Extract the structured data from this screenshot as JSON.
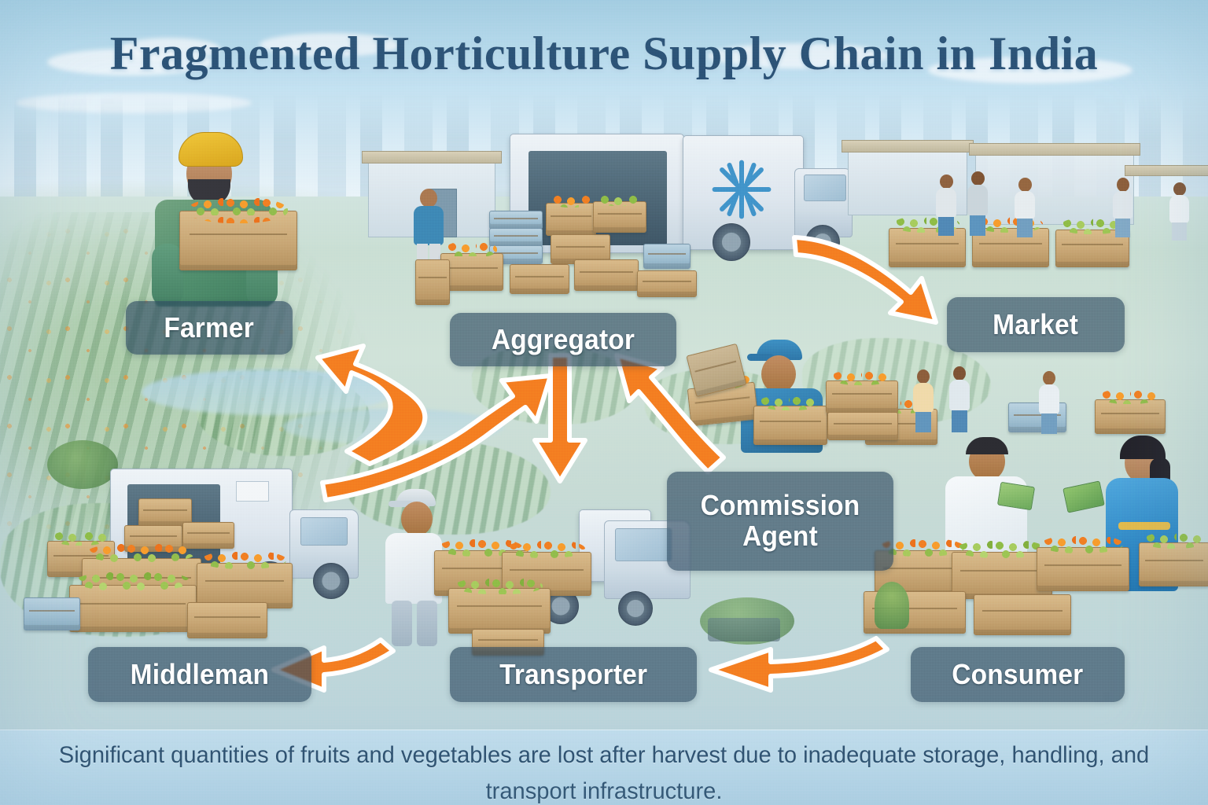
{
  "poster": {
    "title": "Fragmented Horticulture Supply Chain in India",
    "caption": "Significant quantities of fruits and vegetables are lost after harvest due to inadequate storage, handling, and transport infrastructure.",
    "colors": {
      "title_text": "#2a5073",
      "caption_text": "#2c4f6d",
      "label_background": "rgba(44,72,94,0.66)",
      "label_text": "#ffffff",
      "arrow_fill": "#f47b20",
      "arrow_outline": "#ffffff",
      "sky": "#bfdff0",
      "caption_band": "#b8d8ea"
    }
  },
  "nodes": [
    {
      "id": "farmer",
      "label": "Farmer"
    },
    {
      "id": "aggregator",
      "label": "Aggregator"
    },
    {
      "id": "market",
      "label": "Market"
    },
    {
      "id": "commission-agent",
      "label": "Commission\nAgent"
    },
    {
      "id": "middleman",
      "label": "Middleman"
    },
    {
      "id": "transporter",
      "label": "Transporter"
    },
    {
      "id": "consumer",
      "label": "Consumer"
    }
  ],
  "flow": [
    {
      "from": "middleman",
      "to": "farmer",
      "direction": "up-left"
    },
    {
      "from": "transporter",
      "to": "aggregator",
      "direction": "up-right"
    },
    {
      "from": "aggregator",
      "to": "transporter",
      "direction": "down"
    },
    {
      "from": "commission-agent",
      "to": "aggregator",
      "direction": "up-left"
    },
    {
      "from": "commission-agent",
      "to": "market",
      "direction": "right-down"
    },
    {
      "from": "consumer",
      "to": "transporter",
      "direction": "left"
    },
    {
      "from": "transporter",
      "to": "middleman",
      "direction": "left"
    }
  ],
  "scenes": [
    {
      "id": "farmer-scene",
      "description": "Farmer in yellow turban and green shirt carrying a wooden crate of produce in a field"
    },
    {
      "id": "aggregator-scene",
      "description": "Refrigerated truck with snowflake logo being loaded with stacked wooden and plastic crates at a packhouse"
    },
    {
      "id": "market-scene",
      "description": "Open wholesale market with stalls, crates of vegetables and shoppers"
    },
    {
      "id": "commission-scene",
      "description": "Agent in blue cap and blue polo inspecting crates of oranges and green vegetables"
    },
    {
      "id": "middleman-scene",
      "description": "Box truck with crates of oranges and green vegetables stacked beside it"
    },
    {
      "id": "transporter-scene",
      "description": "Worker in white shirt and cap loading crates onto a small pickup truck"
    },
    {
      "id": "consumer-scene",
      "description": "Vendor in white shirt selling produce to a woman in a blue sari paying with currency notes"
    }
  ],
  "icons": {
    "snowflake": "snowflake-icon",
    "arrow": "arrow-icon"
  }
}
